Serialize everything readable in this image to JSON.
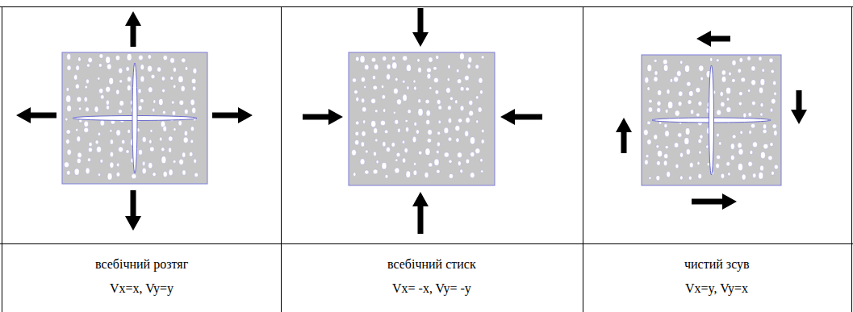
{
  "diagram": {
    "labels": [
      "всебічний розтяг",
      "Vx=x, Vy=y",
      "всебічний стиск",
      "Vx= -x, Vy= -y",
      "чистий зсув",
      "Vx=y, Vy=x"
    ]
  }
}
